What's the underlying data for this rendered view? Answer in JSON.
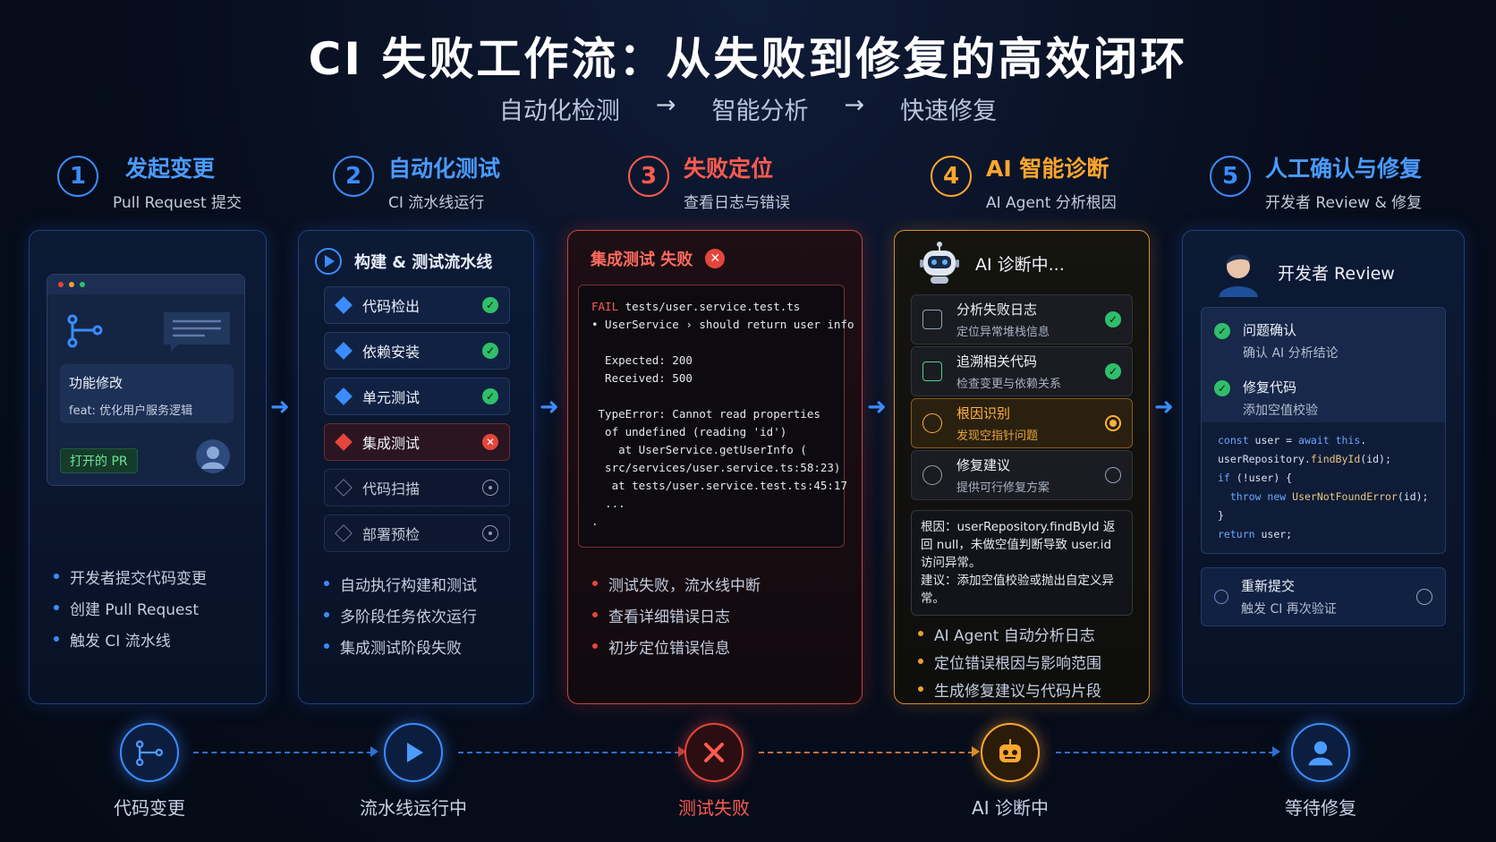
{
  "title": "CI 失败工作流：从失败到修复的高效闭环",
  "subtitle": [
    "自动化检测",
    "→",
    "智能分析",
    "→",
    "快速修复"
  ],
  "steps": [
    {
      "num": "1",
      "title": "发起变更",
      "sub": "Pull Request 提交",
      "color": "#3a8cff"
    },
    {
      "num": "2",
      "title": "自动化测试",
      "sub": "CI 流水线运行",
      "color": "#3a8cff"
    },
    {
      "num": "3",
      "title": "失败定位",
      "sub": "查看日志与错误",
      "color": "#ff5b50"
    },
    {
      "num": "4",
      "title": "AI 智能诊断",
      "sub": "AI Agent 分析根因",
      "color": "#ffa62e"
    },
    {
      "num": "5",
      "title": "人工确认与修复",
      "sub": "开发者 Review & 修复",
      "color": "#3a8cff"
    }
  ],
  "panel1": {
    "card_title": "功能修改",
    "card_desc": "feat: 优化用户服务逻辑",
    "badge": "打开的 PR",
    "bullets": [
      "开发者提交代码变更",
      "创建 Pull Request",
      "触发 CI 流水线"
    ]
  },
  "panel2": {
    "title": "构建 & 测试流水线",
    "stages": [
      {
        "label": "代码检出",
        "status": "success"
      },
      {
        "label": "依赖安装",
        "status": "success"
      },
      {
        "label": "单元测试",
        "status": "success"
      },
      {
        "label": "集成测试",
        "status": "failed"
      },
      {
        "label": "代码扫描",
        "status": "pending"
      },
      {
        "label": "部署预检",
        "status": "pending"
      }
    ],
    "bullets": [
      "自动执行构建和测试",
      "多阶段任务依次运行",
      "集成测试阶段失败"
    ]
  },
  "panel3": {
    "title": "集成测试 失败",
    "log_fail": "FAIL",
    "log_file": " tests/user.service.test.ts",
    "log_rest": "• UserService › should return user info\n\n  Expected: 200\n  Received: 500\n\n TypeError: Cannot read properties\n  of undefined (reading 'id')\n    at UserService.getUserInfo (\n  src/services/user.service.ts:58:23)\n   at tests/user.service.test.ts:45:17\n  ...\n.",
    "bullets": [
      "测试失败，流水线中断",
      "查看详细错误日志",
      "初步定位错误信息"
    ]
  },
  "panel4": {
    "title": "AI 诊断中...",
    "items": [
      {
        "t1": "分析失败日志",
        "t2": "定位异常堆栈信息",
        "status": "success"
      },
      {
        "t1": "追溯相关代码",
        "t2": "检查变更与依赖关系",
        "status": "success"
      },
      {
        "t1": "根因识别",
        "t2": "发现空指针问题",
        "status": "active"
      },
      {
        "t1": "修复建议",
        "t2": "提供可行修复方案",
        "status": "pending"
      }
    ],
    "root_cause": "根因：userRepository.findById 返回 null，未做空值判断导致 user.id 访问异常。\n建议：添加空值校验或抛出自定义异常。",
    "bullets": [
      "AI Agent 自动分析日志",
      "定位错误根因与影响范围",
      "生成修复建议与代码片段"
    ]
  },
  "panel5": {
    "title": "开发者 Review",
    "items": [
      {
        "t1": "问题确认",
        "t2": "确认 AI 分析结论"
      },
      {
        "t1": "修复代码",
        "t2": "添加空值校验"
      }
    ],
    "resubmit_t1": "重新提交",
    "resubmit_t2": "触发 CI 再次验证"
  },
  "bottom": [
    {
      "label": "代码变更",
      "color": "#3a8cff",
      "icon": "git-branch-icon"
    },
    {
      "label": "流水线运行中",
      "color": "#3a8cff",
      "icon": "play-icon"
    },
    {
      "label": "测试失败",
      "color": "#e5453c",
      "icon": "x-icon"
    },
    {
      "label": "AI 诊断中",
      "color": "#ffa62e",
      "icon": "robot-icon"
    },
    {
      "label": "等待修复",
      "color": "#3a8cff",
      "icon": "user-icon"
    }
  ]
}
